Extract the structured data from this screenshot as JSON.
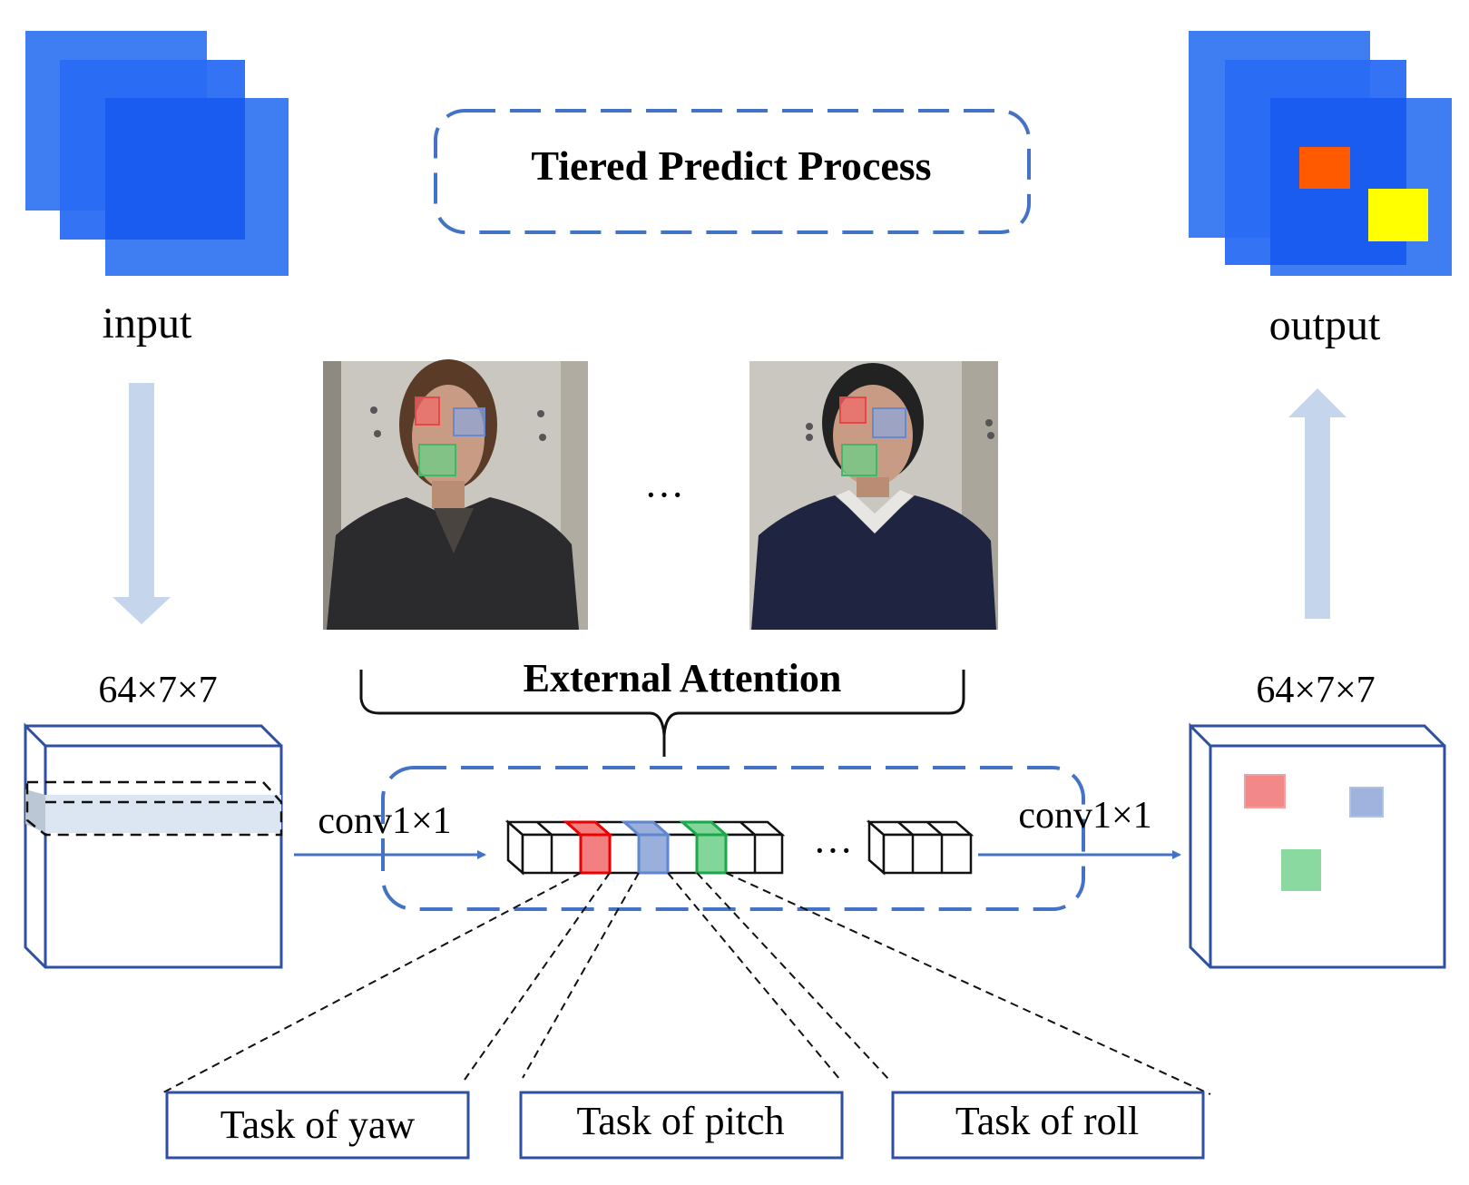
{
  "title": "Tiered Predict Process",
  "input_label": "input",
  "output_label": "output",
  "left_dims": "64×7×7",
  "right_dims": "64×7×7",
  "left_conv": "conv1×1",
  "right_conv": "conv1×1",
  "ellipsis": "···",
  "attention_label": "External Attention",
  "tasks": [
    "Task of yaw",
    "Task of pitch",
    "Task of roll"
  ],
  "colors": {
    "feature_blue": "#1a5cf0",
    "feature_blue_light": "#3f7df2",
    "arrow_blue": "#4472c4",
    "pale_arrow": "#c5d5ec",
    "red_mark": "#ff5a00",
    "yellow_mark": "#ffff00",
    "attention_red": "#f06a6a",
    "attention_blue": "#8fa6d8",
    "attention_green": "#6ccf88"
  }
}
